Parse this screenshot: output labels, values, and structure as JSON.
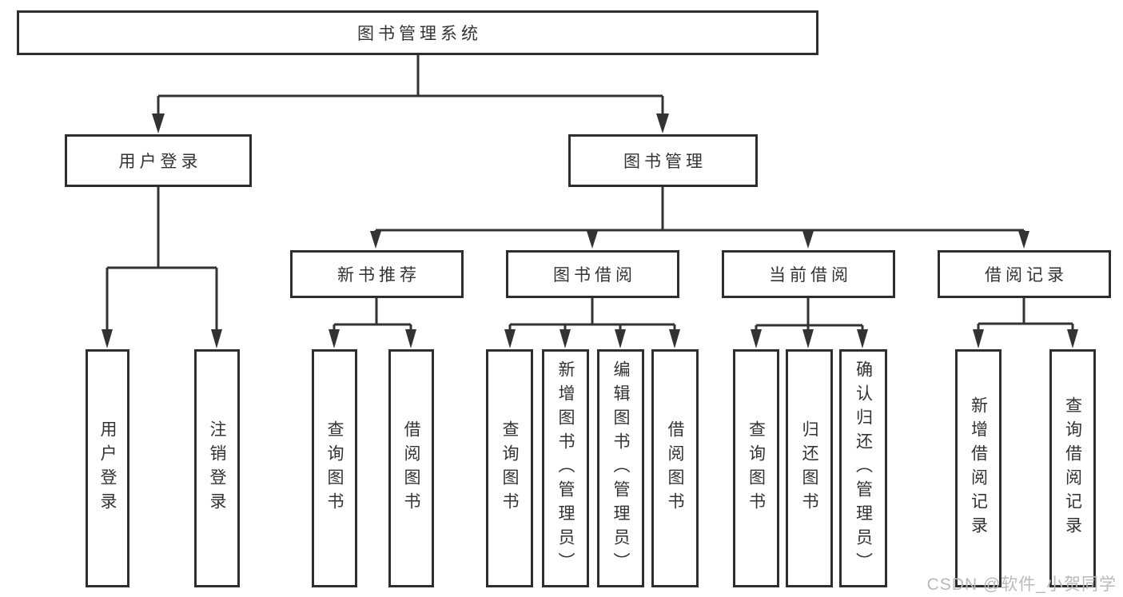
{
  "diagram": {
    "type": "hierarchy-tree",
    "orientation": "top-down"
  },
  "nodes": {
    "root": {
      "label": "图书管理系统",
      "level": 1
    },
    "login": {
      "label": "用户登录",
      "level": 2,
      "parent": "root"
    },
    "mgmt": {
      "label": "图书管理",
      "level": 2,
      "parent": "root"
    },
    "rec": {
      "label": "新书推荐",
      "level": 3,
      "parent": "mgmt"
    },
    "borrow": {
      "label": "图书借阅",
      "level": 3,
      "parent": "mgmt"
    },
    "current": {
      "label": "当前借阅",
      "level": 3,
      "parent": "mgmt"
    },
    "records": {
      "label": "借阅记录",
      "level": 3,
      "parent": "mgmt"
    },
    "login_user": {
      "label": "用户登录",
      "level": 4,
      "parent": "login"
    },
    "login_logout": {
      "label": "注销登录",
      "level": 4,
      "parent": "login"
    },
    "rec_query": {
      "label": "查询图书",
      "level": 4,
      "parent": "rec"
    },
    "rec_borrow": {
      "label": "借阅图书",
      "level": 4,
      "parent": "rec"
    },
    "borrow_query": {
      "label": "查询图书",
      "level": 4,
      "parent": "borrow"
    },
    "borrow_add": {
      "label": "新增图书（管理员）",
      "level": 4,
      "parent": "borrow"
    },
    "borrow_edit": {
      "label": "编辑图书（管理员）",
      "level": 4,
      "parent": "borrow"
    },
    "borrow_do": {
      "label": "借阅图书",
      "level": 4,
      "parent": "borrow"
    },
    "current_query": {
      "label": "查询图书",
      "level": 4,
      "parent": "current"
    },
    "current_return": {
      "label": "归还图书",
      "level": 4,
      "parent": "current"
    },
    "current_confirm": {
      "label": "确认归还（管理员）",
      "level": 4,
      "parent": "current"
    },
    "records_add": {
      "label": "新增借阅记录",
      "level": 4,
      "parent": "records"
    },
    "records_query": {
      "label": "查询借阅记录",
      "level": 4,
      "parent": "records"
    }
  },
  "watermark": {
    "text": "CSDN @软件_小贺同学"
  },
  "colors": {
    "line": "#333333",
    "box_border": "#2e2e2e",
    "box_fill": "#ffffff",
    "text": "#333333",
    "watermark": "#b9b9b9",
    "background": "#ffffff"
  }
}
